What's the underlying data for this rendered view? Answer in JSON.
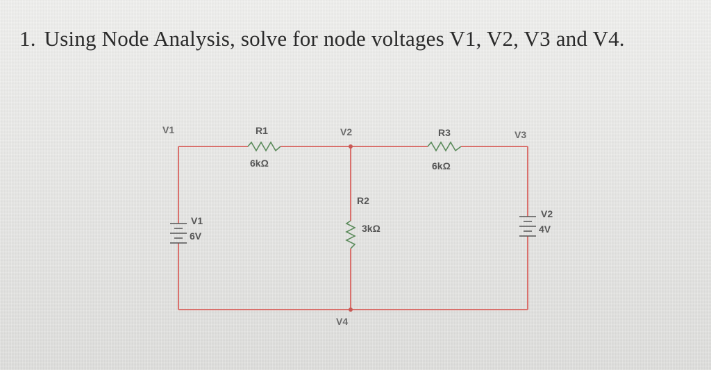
{
  "question": {
    "number": "1.",
    "text": "Using Node Analysis, solve for node voltages V1, V2, V3 and V4."
  },
  "circuit": {
    "wire_color": "#d9706c",
    "node_labels": {
      "v1": "V1",
      "v2": "V2",
      "v3": "V3",
      "v4": "V4"
    },
    "r1": {
      "name": "R1",
      "value": "6kΩ"
    },
    "r2": {
      "name": "R2",
      "value": "3kΩ"
    },
    "r3": {
      "name": "R3",
      "value": "6kΩ"
    },
    "source1": {
      "name": "V1",
      "value": "6V"
    },
    "source2": {
      "name": "V2",
      "value": "4V"
    }
  }
}
